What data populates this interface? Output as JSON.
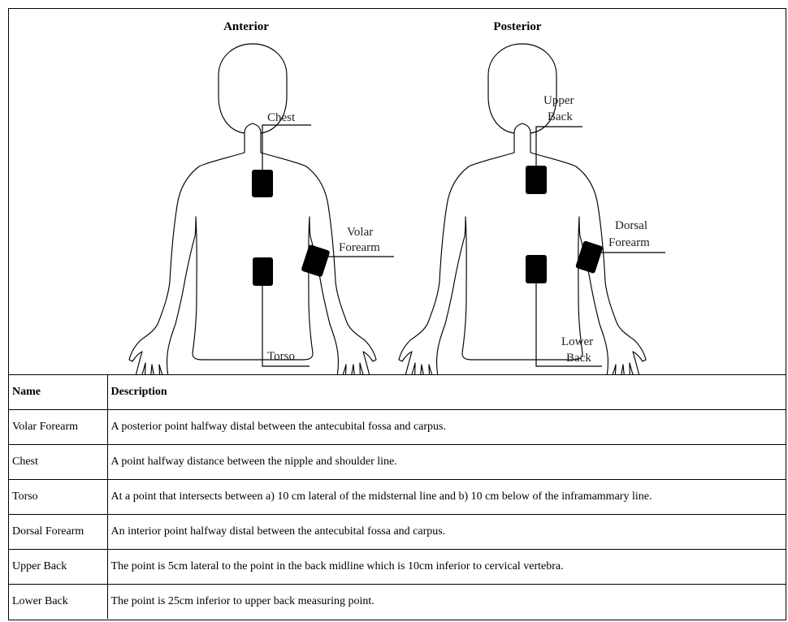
{
  "figure": {
    "anterior_title": "Anterior",
    "posterior_title": "Posterior",
    "labels": {
      "chest": "Chest",
      "volar_forearm": [
        "Volar",
        "Forearm"
      ],
      "torso": "Torso",
      "upper_back": [
        "Upper",
        "Back"
      ],
      "dorsal_forearm": [
        "Dorsal",
        "Forearm"
      ],
      "lower_back": [
        "Lower",
        "Back"
      ]
    }
  },
  "table": {
    "headers": [
      "Name",
      "Description"
    ],
    "rows": [
      {
        "name": "Volar Forearm",
        "description": "A posterior point halfway distal between the antecubital fossa and carpus."
      },
      {
        "name": "Chest",
        "description": "A point halfway distance between the nipple and shoulder line."
      },
      {
        "name": "Torso",
        "description": "At a point that intersects between a) 10 cm lateral of the midsternal line and b) 10 cm below of the inframammary line."
      },
      {
        "name": "Dorsal Forearm",
        "description": "An interior point halfway distal between the antecubital fossa and carpus."
      },
      {
        "name": "Upper Back",
        "description": "The point is 5cm lateral to the point in the back midline which is 10cm inferior to cervical vertebra."
      },
      {
        "name": "Lower Back",
        "description": "The point is 25cm inferior to upper back measuring point."
      }
    ]
  }
}
